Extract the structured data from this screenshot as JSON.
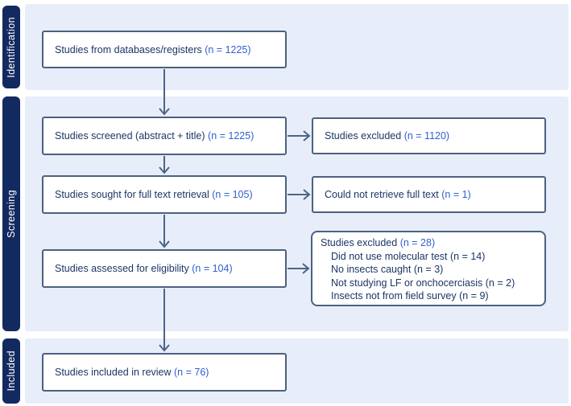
{
  "diagram": {
    "type": "prisma-flow",
    "stages": {
      "identification": "Identification",
      "screening": "Screening",
      "included": "Included"
    },
    "boxes": {
      "databases": {
        "text": "Studies from databases/registers",
        "count": "(n = 1225)"
      },
      "screened": {
        "text": "Studies screened (abstract + title)",
        "count": "(n = 1225)"
      },
      "excluded_screen": {
        "text": "Studies excluded",
        "count": "(n = 1120)"
      },
      "sought_fulltext": {
        "text": "Studies sought for full text retrieval",
        "count": "(n = 105)"
      },
      "not_retrieved": {
        "text": "Could not retrieve full text",
        "count": "(n = 1)"
      },
      "assessed": {
        "text": "Studies assessed for eligibility",
        "count": "(n = 104)"
      },
      "excluded_fulltext": {
        "title": "Studies excluded",
        "count": "(n = 28)",
        "reasons": [
          "Did not use molecular test (n = 14)",
          "No insects caught (n = 3)",
          "Not studying LF or onchocerciasis (n = 2)",
          "Insects not from field survey (n = 9)"
        ]
      },
      "included_review": {
        "text": "Studies included in review",
        "count": "(n = 76)"
      }
    },
    "colors": {
      "stage_label_bg": "#132a60",
      "panel_bg": "#e7eefa",
      "box_border": "#4c617f",
      "text_dark": "#1c3664",
      "text_blue": "#3060d0",
      "arrow": "#4d6486"
    }
  }
}
